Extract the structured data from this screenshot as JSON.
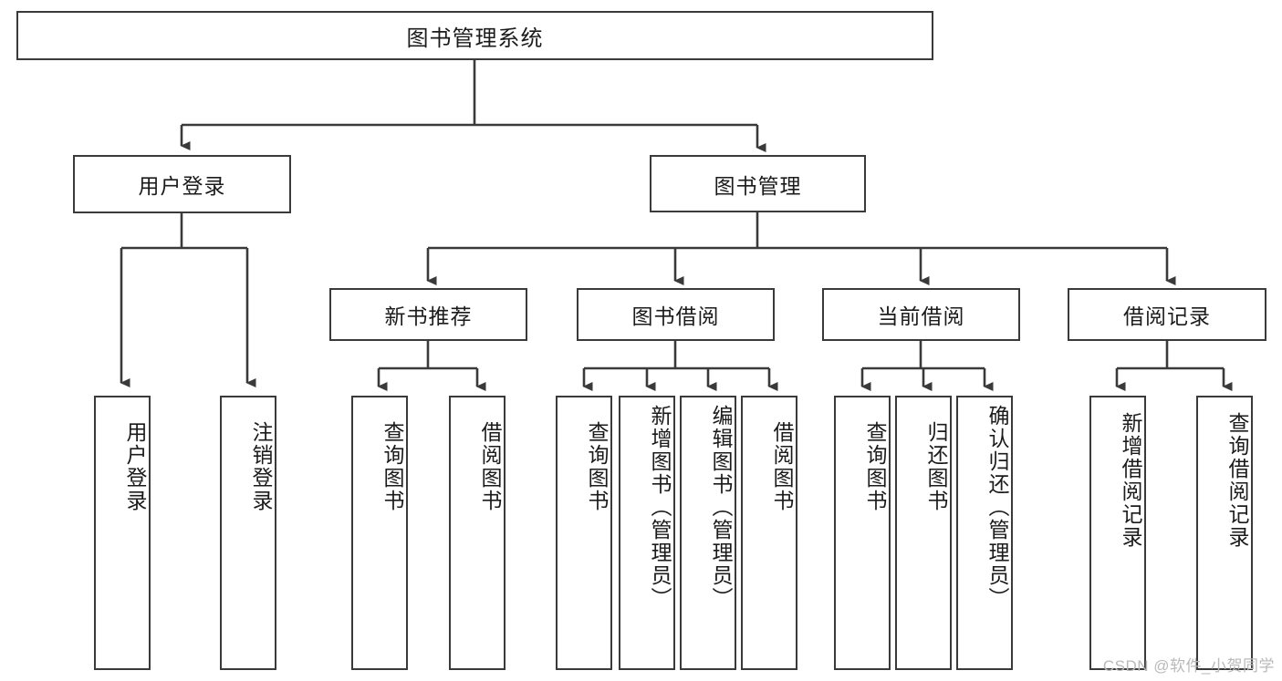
{
  "diagram": {
    "type": "tree-hierarchy",
    "title": "图书管理系统",
    "root": {
      "id": "root",
      "label": "图书管理系统"
    },
    "level2": [
      {
        "id": "user-login",
        "label": "用户登录"
      },
      {
        "id": "book-manage",
        "label": "图书管理"
      }
    ],
    "level3": [
      {
        "id": "new-book-recommend",
        "label": "新书推荐",
        "parent": "book-manage"
      },
      {
        "id": "book-borrow",
        "label": "图书借阅",
        "parent": "book-manage"
      },
      {
        "id": "current-borrow",
        "label": "当前借阅",
        "parent": "book-manage"
      },
      {
        "id": "borrow-record",
        "label": "借阅记录",
        "parent": "book-manage"
      }
    ],
    "leaves": {
      "user-login": [
        {
          "id": "leaf-user-login",
          "label": "用户登录"
        },
        {
          "id": "leaf-user-logout",
          "label": "注销登录"
        }
      ],
      "new-book-recommend": [
        {
          "id": "leaf-query-book-1",
          "label": "查询图书"
        },
        {
          "id": "leaf-borrow-book-1",
          "label": "借阅图书"
        }
      ],
      "book-borrow": [
        {
          "id": "leaf-query-book-2",
          "label": "查询图书"
        },
        {
          "id": "leaf-add-book",
          "label": "新增图书（管理员）"
        },
        {
          "id": "leaf-edit-book",
          "label": "编辑图书（管理员）"
        },
        {
          "id": "leaf-borrow-book-2",
          "label": "借阅图书"
        }
      ],
      "current-borrow": [
        {
          "id": "leaf-query-book-3",
          "label": "查询图书"
        },
        {
          "id": "leaf-return-book",
          "label": "归还图书"
        },
        {
          "id": "leaf-confirm-return",
          "label": "确认归还（管理员）"
        }
      ],
      "borrow-record": [
        {
          "id": "leaf-add-record",
          "label": "新增借阅记录"
        },
        {
          "id": "leaf-query-record",
          "label": "查询借阅记录"
        }
      ]
    },
    "colors": {
      "stroke": "#3a3a3a",
      "text": "#1b1b1b",
      "background": "#ffffff",
      "watermark": "#b9b9b9"
    }
  },
  "watermark": {
    "text": "CSDN @软件_小贺同学"
  }
}
